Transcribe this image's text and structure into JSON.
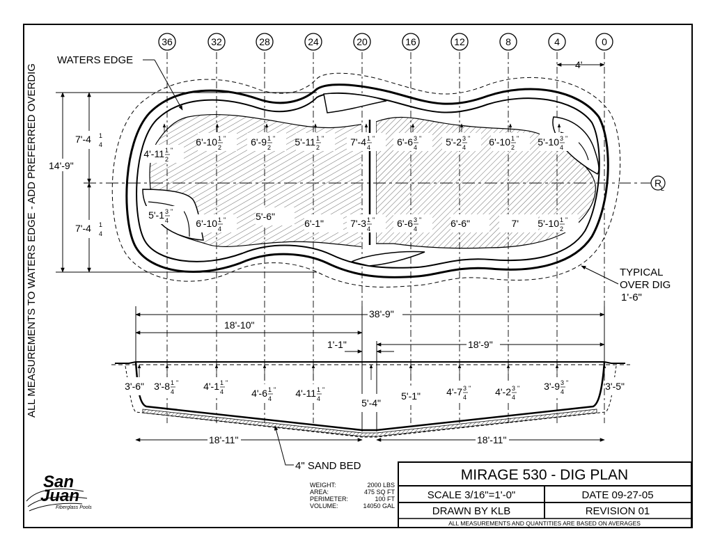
{
  "side_note": "ALL MEASUREMENTS TO WATERS EDGE - ADD PREFERRED OVERDIG",
  "waters_edge_label": "WATERS EDGE",
  "station_labels": [
    "36",
    "32",
    "28",
    "24",
    "20",
    "16",
    "12",
    "8",
    "4",
    "0"
  ],
  "offset_4": "4'",
  "width_total": "14'-9\"",
  "width_half_top": "7'-4",
  "width_half_bottom": "7'-4",
  "frac_q": "1",
  "frac_q_den": "4",
  "frac_h_den": "2",
  "frac_3q_num": "3",
  "centerline_label": "R",
  "centerline_sub": "L",
  "typical_overdig": [
    "TYPICAL",
    "OVER DIG",
    "1'-6\""
  ],
  "plan_top_depths": [
    {
      "w": "4'-11",
      "n": "1",
      "d": "2"
    },
    {
      "w": "6'-10",
      "n": "1",
      "d": "2"
    },
    {
      "w": "6'-9",
      "n": "1",
      "d": "2"
    },
    {
      "w": "5'-11",
      "n": "1",
      "d": "2"
    },
    {
      "w": "7'-4",
      "n": "1",
      "d": "4"
    },
    {
      "w": "6'-6",
      "n": "3",
      "d": "4"
    },
    {
      "w": "5'-2",
      "n": "3",
      "d": "4"
    },
    {
      "w": "6'-10",
      "n": "1",
      "d": "2"
    },
    {
      "w": "5'-10",
      "n": "3",
      "d": "4"
    }
  ],
  "plan_bottom_depths": [
    {
      "w": "5'-1",
      "n": "3",
      "d": "4"
    },
    {
      "w": "6'-10",
      "n": "1",
      "d": "4"
    },
    {
      "w": "5'-6\"",
      "n": "",
      "d": ""
    },
    {
      "w": "6'-1\"",
      "n": "",
      "d": ""
    },
    {
      "w": "7'-3",
      "n": "1",
      "d": "4"
    },
    {
      "w": "6'-6",
      "n": "3",
      "d": "4"
    },
    {
      "w": "6'-6\"",
      "n": "",
      "d": ""
    },
    {
      "w": "7'",
      "n": "",
      "d": ""
    },
    {
      "w": "5'-10",
      "n": "1",
      "d": "2"
    }
  ],
  "overall_length": "38'-9\"",
  "shallow_length": "18'-10\"",
  "break_length": "1'-1\"",
  "deep_length": "18'-9\"",
  "section_depths": [
    {
      "w": "3'-6\"",
      "n": "",
      "d": ""
    },
    {
      "w": "3'-8",
      "n": "1",
      "d": "4"
    },
    {
      "w": "4'-1",
      "n": "1",
      "d": "4"
    },
    {
      "w": "4'-6",
      "n": "1",
      "d": "4"
    },
    {
      "w": "4'-11",
      "n": "1",
      "d": "4"
    },
    {
      "w": "5'-4\"",
      "n": "",
      "d": ""
    },
    {
      "w": "5'-1\"",
      "n": "",
      "d": ""
    },
    {
      "w": "4'-7",
      "n": "3",
      "d": "4"
    },
    {
      "w": "4'-2",
      "n": "3",
      "d": "4"
    },
    {
      "w": "3'-9",
      "n": "3",
      "d": "4"
    },
    {
      "w": "3'-5\"",
      "n": "",
      "d": ""
    }
  ],
  "floor_left": "18'-11\"",
  "floor_right": "18'-11\"",
  "sand_bed": "4\" SAND BED",
  "logo": {
    "line1": "San",
    "line2": "Juan",
    "tagline": "Fiberglass Pools"
  },
  "specs": [
    {
      "label": "WEIGHT:",
      "value": "2000 LBS"
    },
    {
      "label": "AREA:",
      "value": "475 SQ FT"
    },
    {
      "label": "PERIMETER:",
      "value": "100 FT"
    },
    {
      "label": "VOLUME:",
      "value": "14050 GAL"
    }
  ],
  "title_block": {
    "title": "MIRAGE 530 - DIG PLAN",
    "scale": "SCALE 3/16\"=1'-0\"",
    "date": "DATE 09-27-05",
    "drawn": "DRAWN BY KLB",
    "revision": "REVISION 01",
    "footnote": "ALL MEASUREMENTS AND QUANTITIES ARE BASED ON AVERAGES"
  }
}
